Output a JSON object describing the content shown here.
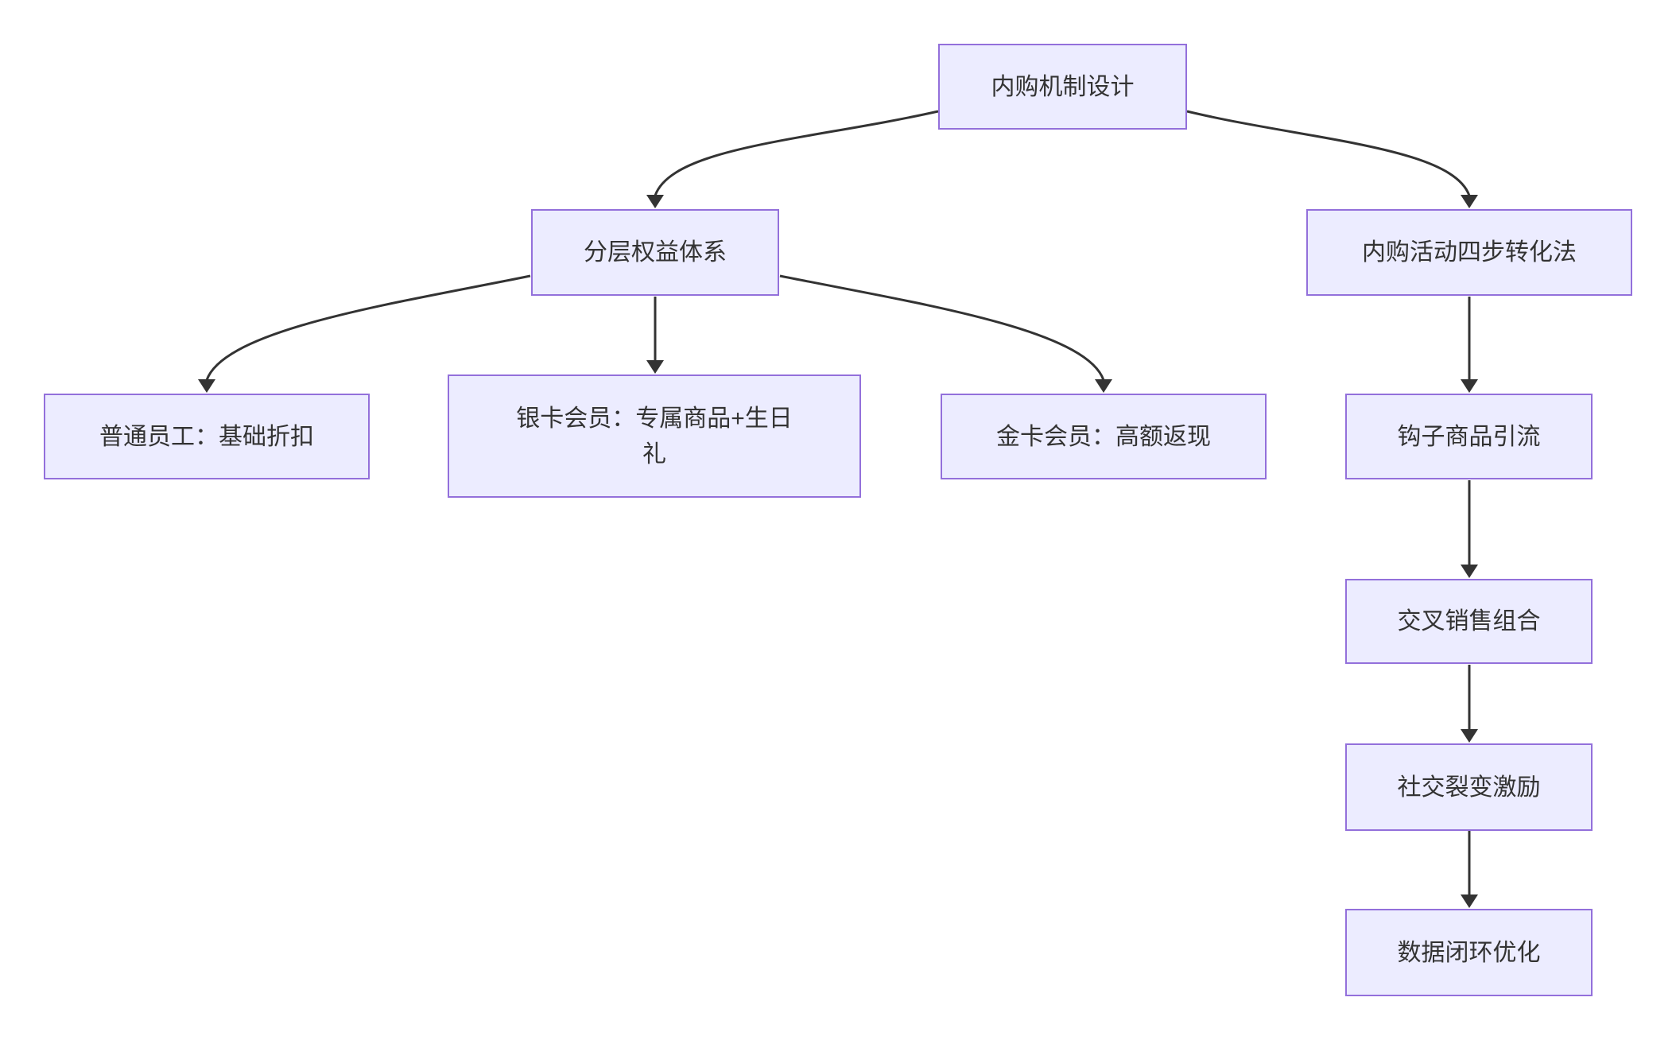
{
  "diagram": {
    "type": "flowchart",
    "direction": "top-down",
    "colors": {
      "node_fill": "#ECECFF",
      "node_border": "#9370DB",
      "node_text": "#333333",
      "edge_line": "#333333",
      "background": "#FFFFFF"
    },
    "nodes": {
      "root": {
        "label": "内购机制设计"
      },
      "tier": {
        "label": "分层权益体系"
      },
      "four_step": {
        "label": "内购活动四步转化法"
      },
      "regular": {
        "label": "普通员工：基础折扣"
      },
      "silver": {
        "label": "银卡会员：专属商品+生日礼"
      },
      "gold": {
        "label": "金卡会员：高额返现"
      },
      "hook": {
        "label": "钩子商品引流"
      },
      "cross": {
        "label": "交叉销售组合"
      },
      "social": {
        "label": "社交裂变激励"
      },
      "data_loop": {
        "label": "数据闭环优化"
      }
    },
    "edges": [
      {
        "from": "内购机制设计",
        "to": "分层权益体系"
      },
      {
        "from": "内购机制设计",
        "to": "内购活动四步转化法"
      },
      {
        "from": "分层权益体系",
        "to": "普通员工：基础折扣"
      },
      {
        "from": "分层权益体系",
        "to": "银卡会员：专属商品+生日礼"
      },
      {
        "from": "分层权益体系",
        "to": "金卡会员：高额返现"
      },
      {
        "from": "内购活动四步转化法",
        "to": "钩子商品引流"
      },
      {
        "from": "钩子商品引流",
        "to": "交叉销售组合"
      },
      {
        "from": "交叉销售组合",
        "to": "社交裂变激励"
      },
      {
        "from": "社交裂变激励",
        "to": "数据闭环优化"
      }
    ]
  }
}
